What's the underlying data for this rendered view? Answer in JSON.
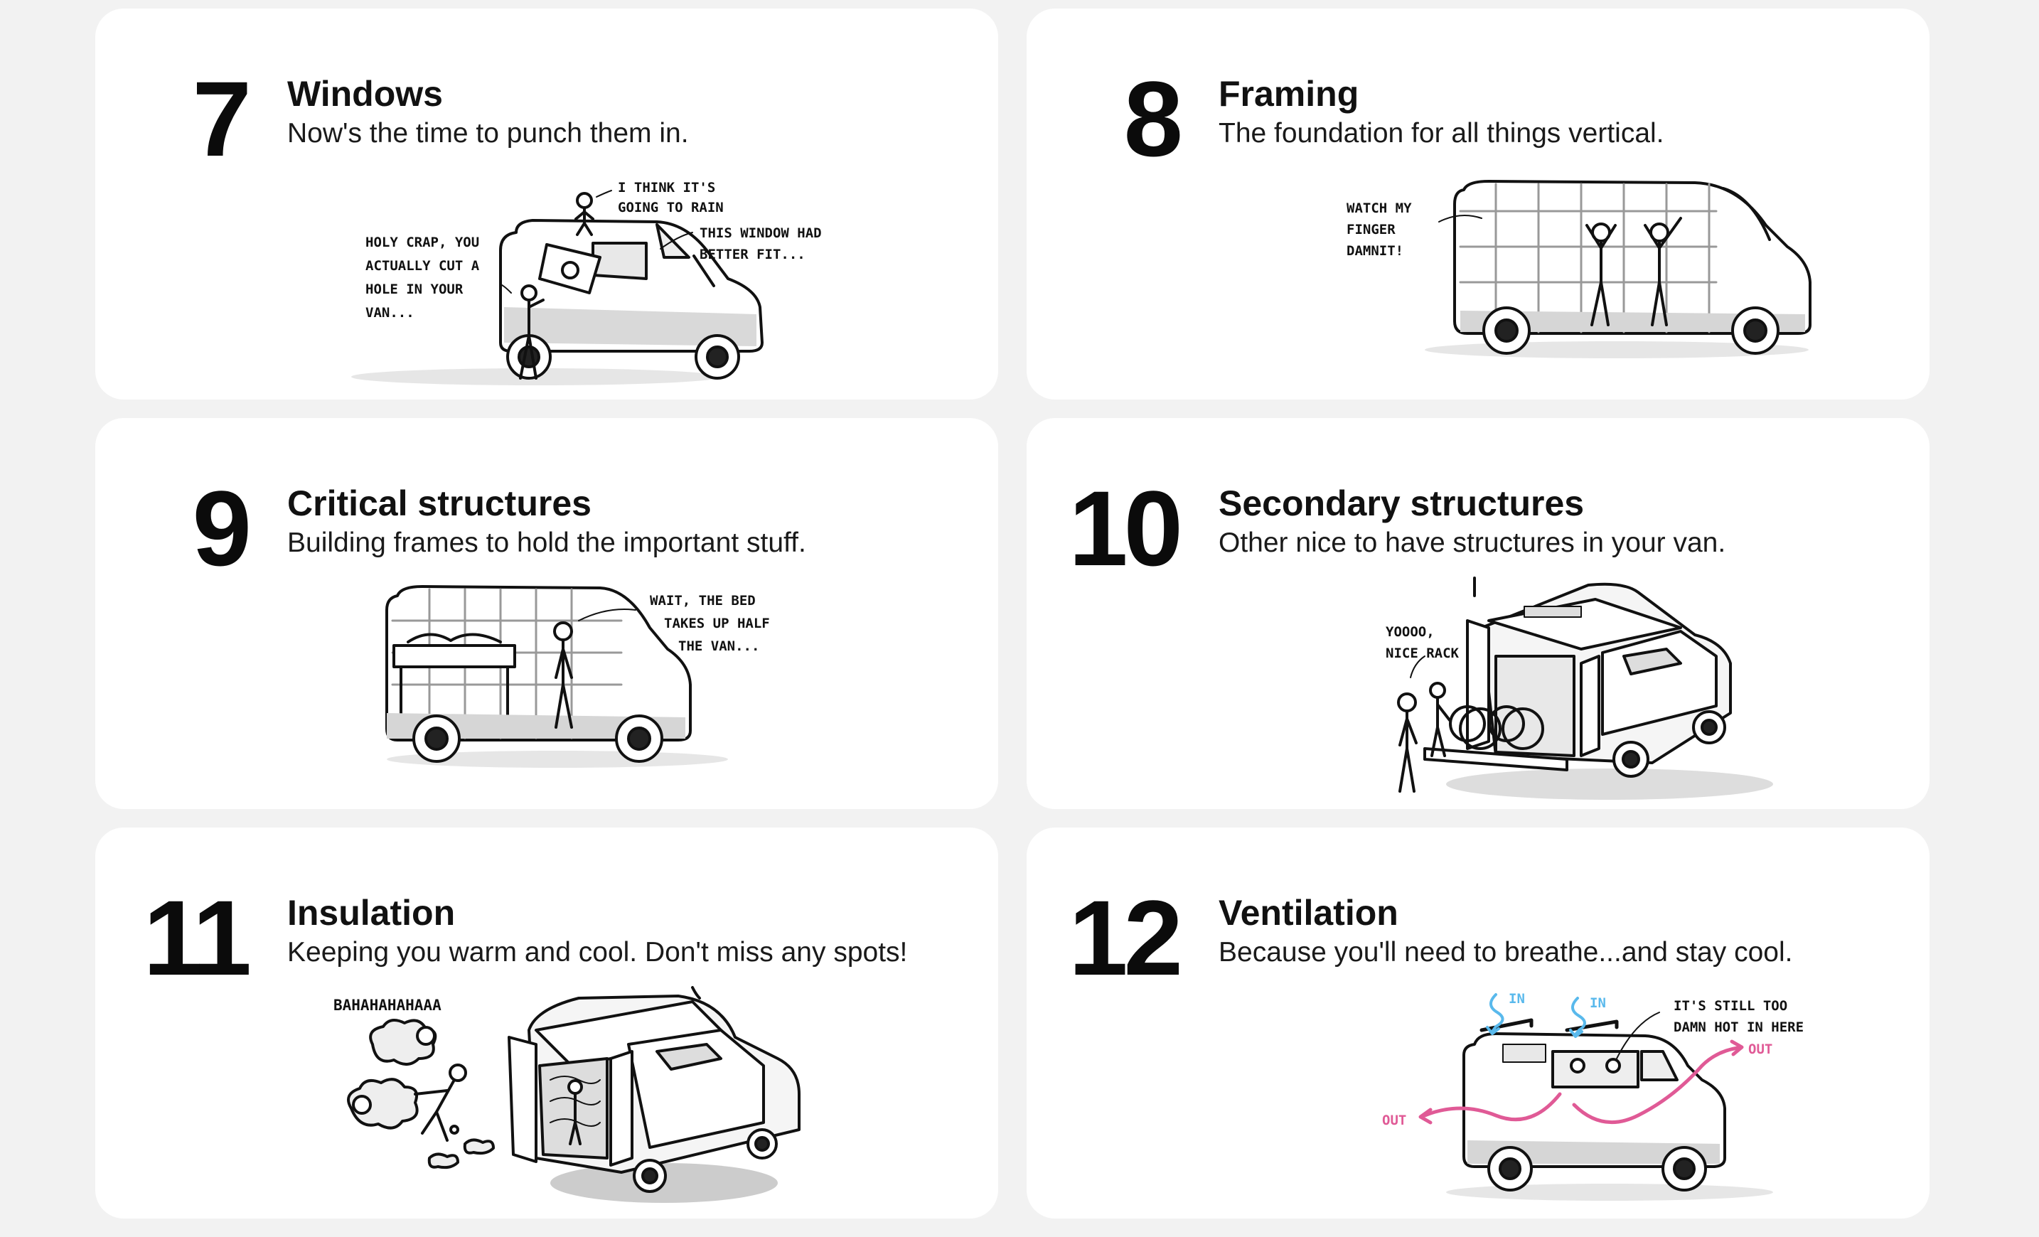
{
  "colors": {
    "page_bg": "#f2f2f2",
    "card_bg": "#ffffff",
    "ink": "#111111",
    "pink": "#e05a96",
    "blue": "#59b9ec"
  },
  "steps": [
    {
      "number": "7",
      "title": "Windows",
      "subtitle": "Now's the time to punch them in.",
      "notes": [
        "I THINK IT'S",
        "GOING TO RAIN",
        "HOLY CRAP, YOU",
        "ACTUALLY CUT A",
        "HOLE IN YOUR",
        "VAN...",
        "THIS WINDOW HAD",
        "BETTER FIT..."
      ]
    },
    {
      "number": "8",
      "title": "Framing",
      "subtitle": "The foundation for all things vertical.",
      "notes": [
        "WATCH MY",
        "FINGER",
        "DAMNIT!"
      ]
    },
    {
      "number": "9",
      "title": "Critical structures",
      "subtitle": "Building frames to hold the important stuff.",
      "notes": [
        "WAIT, THE BED",
        "TAKES UP HALF",
        "THE VAN..."
      ]
    },
    {
      "number": "10",
      "title": "Secondary structures",
      "subtitle": "Other nice to have structures in your van.",
      "notes": [
        "YOOOO,",
        "NICE RACK"
      ]
    },
    {
      "number": "11",
      "title": "Insulation",
      "subtitle": "Keeping you warm and cool. Don't miss any spots!",
      "notes": [
        "BAHAHAHAHAAA"
      ]
    },
    {
      "number": "12",
      "title": "Ventilation",
      "subtitle": "Because you'll need to breathe...and stay cool.",
      "notes": [
        "IN",
        "IN",
        "IT'S STILL TOO",
        "DAMN HOT IN HERE",
        "OUT",
        "OUT"
      ]
    }
  ]
}
